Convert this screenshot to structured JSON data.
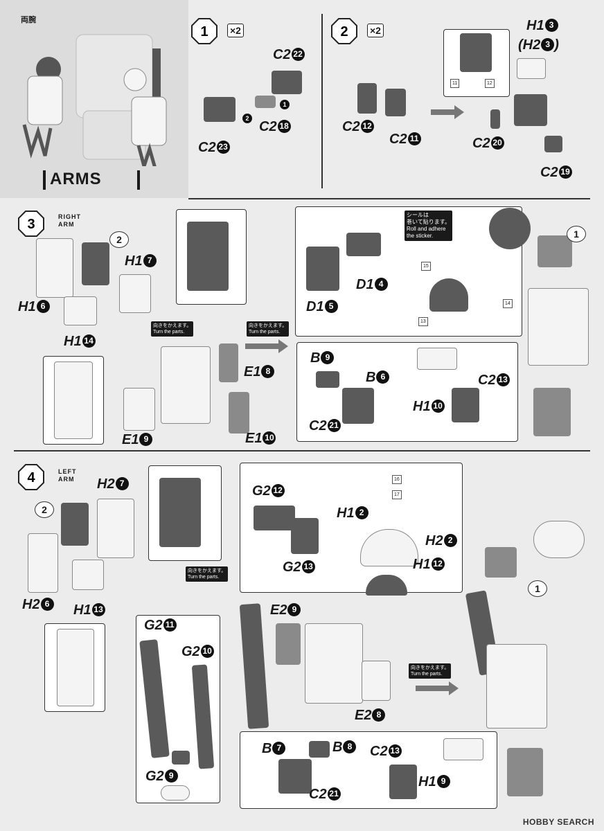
{
  "header": {
    "section_jp": "両腕",
    "section_title": "ARMS"
  },
  "steps": [
    {
      "num": "1",
      "mult": "×2"
    },
    {
      "num": "2",
      "mult": "×2"
    },
    {
      "num": "3",
      "label_line1": "RIGHT",
      "label_line2": "ARM"
    },
    {
      "num": "4",
      "label_line1": "LEFT",
      "label_line2": "ARM"
    }
  ],
  "sub_refs": {
    "ref_1": "1",
    "ref_2": "2"
  },
  "assembly_order": [
    "1",
    "2"
  ],
  "part_refs": [
    {
      "id": "C2",
      "n": "22"
    },
    {
      "id": "C2",
      "n": "18"
    },
    {
      "id": "C2",
      "n": "23"
    },
    {
      "id": "C2",
      "n": "12"
    },
    {
      "id": "C2",
      "n": "11"
    },
    {
      "id": "H1",
      "n": "3"
    },
    {
      "id": "H2",
      "n": "3"
    },
    {
      "id": "C2",
      "n": "20"
    },
    {
      "id": "C2",
      "n": "19"
    },
    {
      "id": "H1",
      "n": "7"
    },
    {
      "id": "H1",
      "n": "6"
    },
    {
      "id": "H1",
      "n": "14"
    },
    {
      "id": "D1",
      "n": "4"
    },
    {
      "id": "D1",
      "n": "5"
    },
    {
      "id": "E1",
      "n": "8"
    },
    {
      "id": "E1",
      "n": "9"
    },
    {
      "id": "E1",
      "n": "10"
    },
    {
      "id": "B",
      "n": "9"
    },
    {
      "id": "B",
      "n": "6"
    },
    {
      "id": "C2",
      "n": "13"
    },
    {
      "id": "H1",
      "n": "10"
    },
    {
      "id": "C2",
      "n": "21"
    },
    {
      "id": "H2",
      "n": "7"
    },
    {
      "id": "H2",
      "n": "6"
    },
    {
      "id": "H1",
      "n": "13"
    },
    {
      "id": "G2",
      "n": "12"
    },
    {
      "id": "H1",
      "n": "2"
    },
    {
      "id": "H2",
      "n": "2"
    },
    {
      "id": "H1",
      "n": "12"
    },
    {
      "id": "G2",
      "n": "13"
    },
    {
      "id": "E2",
      "n": "9"
    },
    {
      "id": "E2",
      "n": "8"
    },
    {
      "id": "G2",
      "n": "11"
    },
    {
      "id": "G2",
      "n": "10"
    },
    {
      "id": "G2",
      "n": "9"
    },
    {
      "id": "B",
      "n": "7"
    },
    {
      "id": "B",
      "n": "8"
    },
    {
      "id": "C2",
      "n": "13"
    },
    {
      "id": "H1",
      "n": "9"
    },
    {
      "id": "C2",
      "n": "21"
    }
  ],
  "turn_tags": [
    {
      "jp": "向きをかえます。",
      "en": "Turn the parts."
    },
    {
      "jp": "向きをかえます。",
      "en": "Turn the parts."
    },
    {
      "jp": "向きをかえます。",
      "en": "Turn the parts."
    },
    {
      "jp": "向きをかえます。",
      "en": "Turn the parts."
    }
  ],
  "sticker_note": {
    "jp_line1": "シールは",
    "jp_line2": "巻いて貼ります。",
    "en_line1": "Roll and adhere",
    "en_line2": "the sticker."
  },
  "stickers": [
    "11",
    "12",
    "15",
    "14",
    "13",
    "16",
    "17"
  ],
  "watermark": "HOBBY SEARCH",
  "colors": {
    "dark_part": "#5a5a5a",
    "mid_part": "#8a8a8a",
    "light_part": "#f4f4f4",
    "ink": "#1a1a1a"
  }
}
